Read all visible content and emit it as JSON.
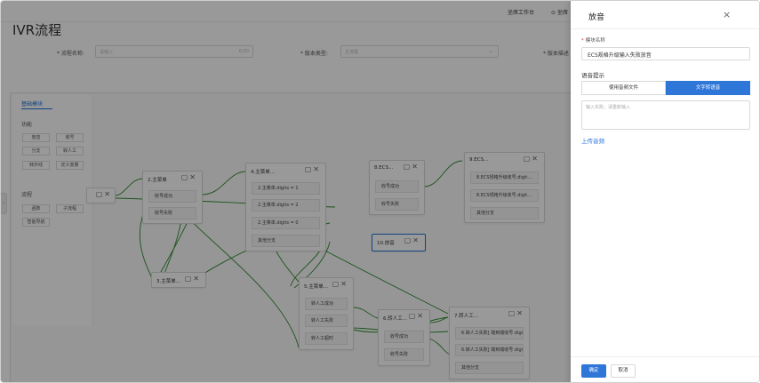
{
  "header": {
    "workspace_link": "坐席工作台",
    "user_link": "⊙ 坐席"
  },
  "page": {
    "title": "IVR流程"
  },
  "form": {
    "flow_name_label": "* 流程名称:",
    "flow_name_placeholder": "请输入",
    "flow_name_count": "0/30",
    "version_type_label": "* 版本类型:",
    "version_type_value": "主流程",
    "version_desc_label": "* 版本描述"
  },
  "palette": {
    "tab": "基础模块",
    "section_function": "功能",
    "function_buttons": [
      "放音",
      "收号",
      "分支",
      "转人工",
      "转外线",
      "定义变量"
    ],
    "section_flow": "流程",
    "flow_buttons": [
      "函数",
      "子流程",
      "智能导航"
    ]
  },
  "nodes": {
    "n2": {
      "title": "2.主菜单",
      "rows": [
        "收号成功",
        "收号失败"
      ]
    },
    "n3": {
      "title": "3.主菜单..."
    },
    "n4": {
      "title": "4.主菜单...",
      "rows": [
        "2.主菜单.digits = 1",
        "2.主菜单.digits = 2",
        "2.主菜单.digits = 0",
        "其他分支"
      ]
    },
    "n5": {
      "title": "5.主菜单...",
      "rows": [
        "转人工成功",
        "转人工失败",
        "转人工超时"
      ]
    },
    "n6": {
      "title": "6.转人工...",
      "rows": [
        "收号成功",
        "收号失败"
      ]
    },
    "n7": {
      "title": "7.转人工...",
      "rows": [
        "6.转人工失败[ 端到端收号.digi...",
        "6.转人工失败[ 端到端收号.digi...",
        "其他分支"
      ]
    },
    "n8": {
      "title": "8.ECS...",
      "rows": [
        "收号成功",
        "收号失败"
      ]
    },
    "n9": {
      "title": "9.ECS...",
      "rows": [
        "8.ECS规格升级收号.digit...",
        "8.ECS规格升级收号.digit...",
        "其他分支"
      ]
    },
    "n10": {
      "title": "10.放音"
    }
  },
  "drawer": {
    "title": "放音",
    "close": "×",
    "name_label": "模块名称",
    "name_value": "ECS规格升级输入失败放音",
    "prompt_label": "语音提示",
    "tab_audio": "使用音频文件",
    "tab_tts": "文字转语音",
    "tts_placeholder": "输入失败，请重新输入",
    "upload_link": "上传音频",
    "ok": "确定",
    "cancel": "取消"
  },
  "colors": {
    "accent": "#2f76d9",
    "link_line": "#2e8b2e",
    "mask": "rgba(0,0,0,0.40)"
  }
}
